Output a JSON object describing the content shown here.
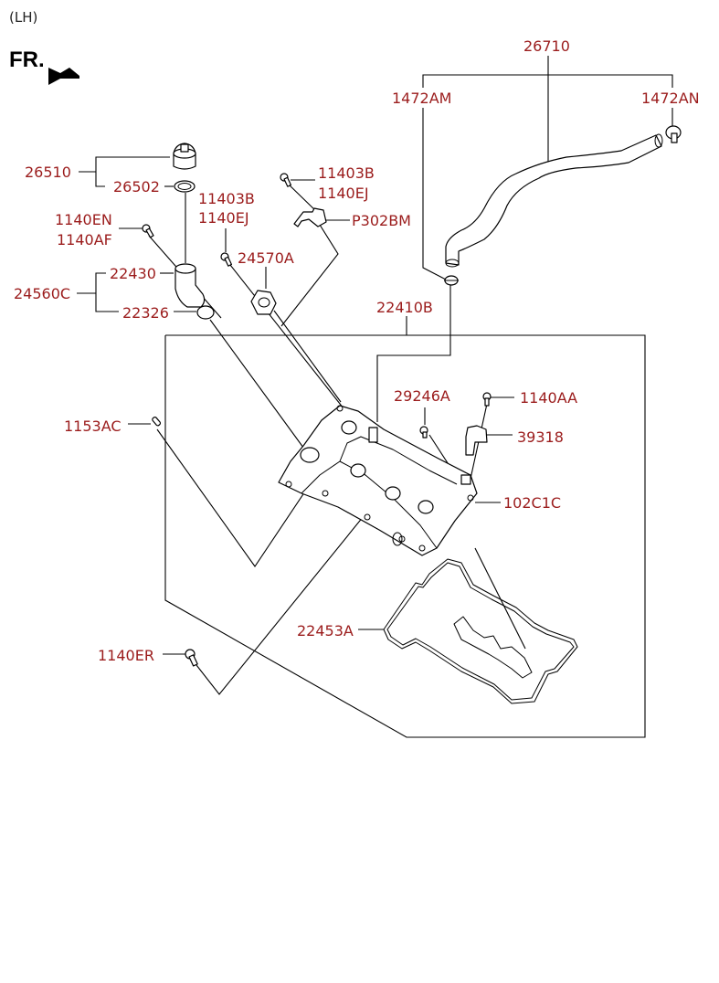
{
  "header": {
    "side": "(LH)",
    "front_indicator": "FR.",
    "front_arrow_icon": "front-direction-arrow"
  },
  "colors": {
    "label": "#9b1c1c",
    "line": "#000000",
    "background": "#ffffff"
  },
  "parts": {
    "p26710": "26710",
    "p1472AM": "1472AM",
    "p1472AN": "1472AN",
    "p26510": "26510",
    "p26502": "26502",
    "p11403B_a": "11403B",
    "p1140EJ_a": "1140EJ",
    "p11403B_b": "11403B",
    "p1140EJ_b": "1140EJ",
    "pP302BM": "P302BM",
    "p1140EN": "1140EN",
    "p1140AF": "1140AF",
    "p24570A": "24570A",
    "p22430": "22430",
    "p24560C": "24560C",
    "p22326": "22326",
    "p22410B": "22410B",
    "p29246A": "29246A",
    "p1140AA": "1140AA",
    "p39318": "39318",
    "p1153AC": "1153AC",
    "p102C1C": "102C1C",
    "p22453A": "22453A",
    "p1140ER": "1140ER"
  }
}
